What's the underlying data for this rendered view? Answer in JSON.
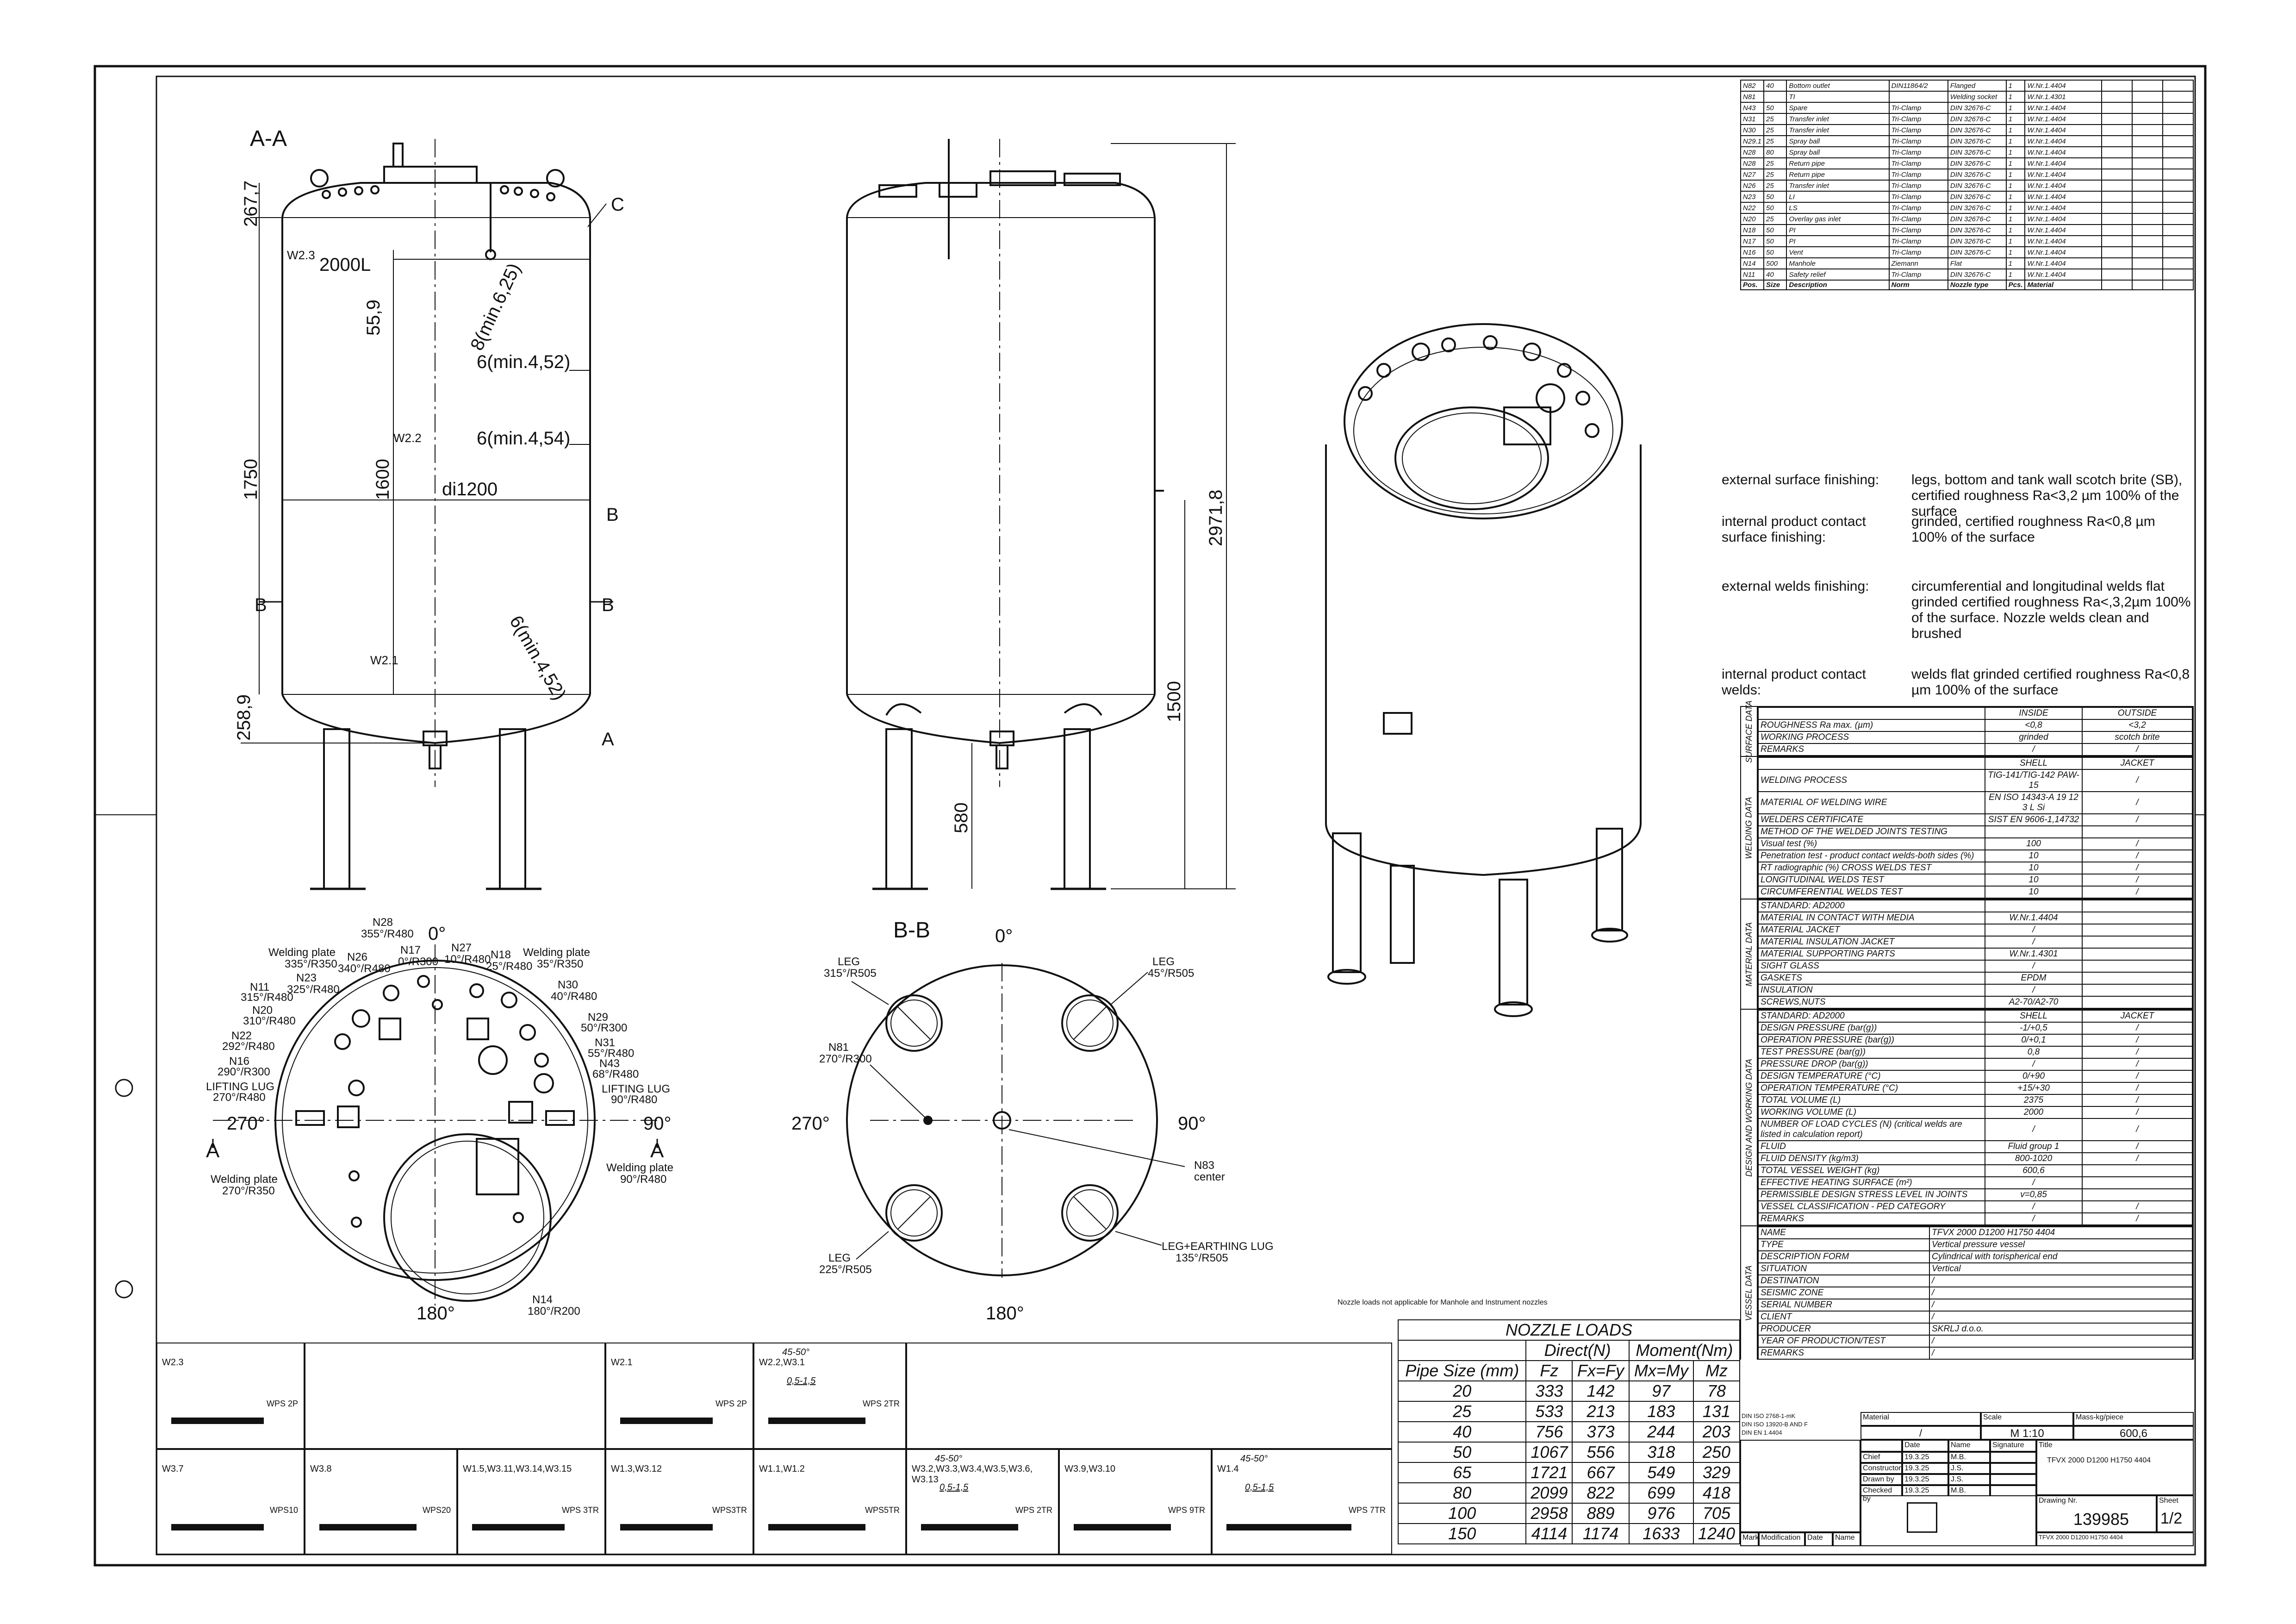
{
  "views": {
    "section_aa": "A-A",
    "section_bb": "B-B",
    "dims_aa": [
      "267,7",
      "1750",
      "258,9",
      "55,9",
      "1600",
      "di1200",
      "2000L",
      "W2.3",
      "W2.2",
      "W2.1",
      "6(min.4,52)",
      "6(min.4,54)",
      "6(min.4,52)",
      "8(min.6,25)",
      "A",
      "B",
      "C",
      "B",
      "B"
    ],
    "dims_side": [
      "2971,8",
      "1500",
      "580"
    ],
    "top_view_labels": [
      "0°",
      "90°",
      "180°",
      "270°",
      "A",
      "A",
      "N28",
      "355°/R480",
      "N26",
      "340°/R480",
      "Welding plate",
      "335°/R350",
      "N23",
      "325°/R480",
      "N11",
      "315°/R480",
      "N20",
      "310°/R480",
      "N22",
      "292°/R480",
      "N16",
      "290°/R300",
      "LIFTING LUG",
      "270°/R480",
      "N17",
      "0°/R300",
      "N27",
      "10°/R480",
      "N18",
      "25°/R480",
      "Welding plate",
      "35°/R350",
      "N30",
      "40°/R480",
      "N29",
      "50°/R300",
      "N31",
      "55°/R480",
      "N43",
      "68°/R480",
      "LIFTING LUG",
      "90°/R480",
      "Welding plate",
      "90°/R480",
      "Welding plate",
      "270°/R350",
      "N14",
      "180°/R200"
    ],
    "bb_labels": [
      "0°",
      "90°",
      "180°",
      "270°",
      "LEG",
      "315°/R505",
      "LEG",
      "45°/R505",
      "N81",
      "270°/R300",
      "N83",
      "center",
      "LEG",
      "225°/R505",
      "LEG+EARTHING LUG",
      "135°/R505"
    ]
  },
  "nozzle_list": {
    "rows": [
      [
        "N82",
        "40",
        "Bottom outlet",
        "DIN11864/2",
        "Flanged",
        "1",
        "W.Nr.1.4404"
      ],
      [
        "N81",
        "",
        "TI",
        "",
        "Welding socket",
        "1",
        "W.Nr.1.4301"
      ],
      [
        "N43",
        "50",
        "Spare",
        "Tri-Clamp",
        "DIN 32676-C",
        "1",
        "W.Nr.1.4404"
      ],
      [
        "N31",
        "25",
        "Transfer inlet",
        "Tri-Clamp",
        "DIN 32676-C",
        "1",
        "W.Nr.1.4404"
      ],
      [
        "N30",
        "25",
        "Transfer inlet",
        "Tri-Clamp",
        "DIN 32676-C",
        "1",
        "W.Nr.1.4404"
      ],
      [
        "N29.1",
        "25",
        "Spray ball",
        "Tri-Clamp",
        "DIN 32676-C",
        "1",
        "W.Nr.1.4404"
      ],
      [
        "N28",
        "80",
        "Spray ball",
        "Tri-Clamp",
        "DIN 32676-C",
        "1",
        "W.Nr.1.4404"
      ],
      [
        "N28",
        "25",
        "Return pipe",
        "Tri-Clamp",
        "DIN 32676-C",
        "1",
        "W.Nr.1.4404"
      ],
      [
        "N27",
        "25",
        "Return pipe",
        "Tri-Clamp",
        "DIN 32676-C",
        "1",
        "W.Nr.1.4404"
      ],
      [
        "N26",
        "25",
        "Transfer inlet",
        "Tri-Clamp",
        "DIN 32676-C",
        "1",
        "W.Nr.1.4404"
      ],
      [
        "N23",
        "50",
        "LI",
        "Tri-Clamp",
        "DIN 32676-C",
        "1",
        "W.Nr.1.4404"
      ],
      [
        "N22",
        "50",
        "LS",
        "Tri-Clamp",
        "DIN 32676-C",
        "1",
        "W.Nr.1.4404"
      ],
      [
        "N20",
        "25",
        "Overlay gas inlet",
        "Tri-Clamp",
        "DIN 32676-C",
        "1",
        "W.Nr.1.4404"
      ],
      [
        "N18",
        "50",
        "PI",
        "Tri-Clamp",
        "DIN 32676-C",
        "1",
        "W.Nr.1.4404"
      ],
      [
        "N17",
        "50",
        "PI",
        "Tri-Clamp",
        "DIN 32676-C",
        "1",
        "W.Nr.1.4404"
      ],
      [
        "N16",
        "50",
        "Vent",
        "Tri-Clamp",
        "DIN 32676-C",
        "1",
        "W.Nr.1.4404"
      ],
      [
        "N14",
        "500",
        "Manhole",
        "Ziemann",
        "Flat",
        "1",
        "W.Nr.1.4404"
      ],
      [
        "N11",
        "40",
        "Safety relief",
        "Tri-Clamp",
        "DIN 32676-C",
        "1",
        "W.Nr.1.4404"
      ]
    ],
    "header": [
      "Pos.",
      "Size",
      "Description",
      "Norm",
      "Nozzle type",
      "Pcs.",
      "Material"
    ]
  },
  "finishing_notes": [
    {
      "label": "external surface finishing:",
      "text": "legs, bottom and tank wall scotch brite (SB), certified roughness Ra<3,2 µm 100% of the surface"
    },
    {
      "label": "internal product contact surface finishing:",
      "text": "grinded, certified roughness Ra<0,8 µm 100% of the surface"
    },
    {
      "label": "external welds finishing:",
      "text": "circumferential and longitudinal welds flat grinded certified roughness Ra<,3,2µm 100% of the surface. Nozzle welds clean and brushed"
    },
    {
      "label": "internal product contact welds:",
      "text": "welds flat grinded certified roughness Ra<0,8 µm 100% of the surface"
    }
  ],
  "data_sheet": {
    "surface": {
      "section": "SURFACE DATA",
      "header": [
        "",
        "INSIDE",
        "OUTSIDE"
      ],
      "rows": [
        [
          "ROUGHNESS Ra max. (µm)",
          "<0,8",
          "<3,2"
        ],
        [
          "WORKING PROCESS",
          "grinded",
          "scotch brite"
        ],
        [
          "REMARKS",
          "/",
          "/"
        ]
      ]
    },
    "welding": {
      "section": "WELDING DATA",
      "header": [
        "",
        "SHELL",
        "JACKET"
      ],
      "rows": [
        [
          "WELDING PROCESS",
          "TIG-141/TIG-142 PAW-15",
          "/"
        ],
        [
          "MATERIAL OF WELDING WIRE",
          "EN ISO 14343-A 19 12 3 L Si",
          "/"
        ],
        [
          "WELDERS CERTIFICATE",
          "SIST EN 9606-1,14732",
          "/"
        ],
        [
          "METHOD OF THE WELDED JOINTS TESTING",
          "",
          ""
        ],
        [
          "Visual test (%)",
          "100",
          "/"
        ],
        [
          "Penetration test - product contact welds-both sides (%)",
          "10",
          "/"
        ],
        [
          "RT radiographic (%) CROSS WELDS TEST",
          "10",
          "/"
        ],
        [
          "LONGITUDINAL WELDS TEST",
          "10",
          "/"
        ],
        [
          "CIRCUMFERENTIAL WELDS TEST",
          "10",
          "/"
        ]
      ]
    },
    "material": {
      "section": "MATERIAL DATA",
      "rows": [
        [
          "STANDARD: AD2000",
          "",
          ""
        ],
        [
          "MATERIAL IN CONTACT WITH MEDIA",
          "W.Nr.1.4404",
          ""
        ],
        [
          "MATERIAL JACKET",
          "/",
          ""
        ],
        [
          "MATERIAL INSULATION JACKET",
          "/",
          ""
        ],
        [
          "MATERIAL SUPPORTING PARTS",
          "W.Nr.1.4301",
          ""
        ],
        [
          "SIGHT GLASS",
          "/",
          ""
        ],
        [
          "GASKETS",
          "EPDM",
          ""
        ],
        [
          "INSULATION",
          "/",
          ""
        ],
        [
          "SCREWS,NUTS",
          "A2-70/A2-70",
          ""
        ]
      ]
    },
    "design": {
      "section": "DESIGN AND WORKING DATA",
      "header": [
        "STANDARD: AD2000",
        "SHELL",
        "JACKET"
      ],
      "rows": [
        [
          "DESIGN PRESSURE (bar(g))",
          "-1/+0,5",
          "/"
        ],
        [
          "OPERATION PRESSURE (bar(g))",
          "0/+0,1",
          "/"
        ],
        [
          "TEST PRESSURE (bar(g))",
          "0,8",
          "/"
        ],
        [
          "PRESSURE DROP (bar(g))",
          "/",
          "/"
        ],
        [
          "DESIGN TEMPERATURE (°C)",
          "0/+90",
          "/"
        ],
        [
          "OPERATION TEMPERATURE (°C)",
          "+15/+30",
          "/"
        ],
        [
          "TOTAL VOLUME (L)",
          "2375",
          "/"
        ],
        [
          "WORKING VOLUME (L)",
          "2000",
          "/"
        ],
        [
          "NUMBER OF LOAD CYCLES (N) (critical welds are listed in calculation report)",
          "/",
          "/"
        ],
        [
          "FLUID",
          "Fluid group 1",
          "/"
        ],
        [
          "FLUID DENSITY (kg/m3)",
          "800-1020",
          "/"
        ],
        [
          "TOTAL VESSEL WEIGHT (kg)",
          "600,6",
          ""
        ],
        [
          "EFFECTIVE HEATING SURFACE (m²)",
          "/",
          ""
        ],
        [
          "PERMISSIBLE DESIGN STRESS LEVEL IN JOINTS",
          "v=0,85",
          ""
        ],
        [
          "VESSEL CLASSIFICATION - PED CATEGORY",
          "/",
          "/"
        ],
        [
          "REMARKS",
          "/",
          "/"
        ]
      ]
    },
    "vessel": {
      "section": "VESSEL DATA",
      "rows": [
        [
          "NAME",
          "TFVX 2000 D1200 H1750 4404"
        ],
        [
          "TYPE",
          "Vertical pressure vessel"
        ],
        [
          "DESCRIPTION FORM",
          "Cylindrical with torispherical end"
        ],
        [
          "SITUATION",
          "Vertical"
        ],
        [
          "DESTINATION",
          "/"
        ],
        [
          "SEISMIC ZONE",
          "/"
        ],
        [
          "SERIAL NUMBER",
          "/"
        ],
        [
          "CLIENT",
          "/"
        ],
        [
          "PRODUCER",
          "SKRLJ d.o.o."
        ],
        [
          "YEAR OF PRODUCTION/TEST",
          "/"
        ],
        [
          "REMARKS",
          "/"
        ]
      ]
    }
  },
  "nozzle_loads": {
    "title": "Nozzle loads not applicable for Manhole and Instrument nozzles",
    "table_title": "NOZZLE LOADS",
    "group_headers": [
      "Direct(N)",
      "Moment(Nm)"
    ],
    "columns": [
      "Pipe Size (mm)",
      "Fz",
      "Fx=Fy",
      "Mx=My",
      "Mz"
    ],
    "rows": [
      [
        "20",
        "333",
        "142",
        "97",
        "78"
      ],
      [
        "25",
        "533",
        "213",
        "183",
        "131"
      ],
      [
        "40",
        "756",
        "373",
        "244",
        "203"
      ],
      [
        "50",
        "1067",
        "556",
        "318",
        "250"
      ],
      [
        "65",
        "1721",
        "667",
        "549",
        "329"
      ],
      [
        "80",
        "2099",
        "822",
        "699",
        "418"
      ],
      [
        "100",
        "2958",
        "889",
        "976",
        "705"
      ],
      [
        "150",
        "4114",
        "1174",
        "1633",
        "1240"
      ]
    ]
  },
  "weld_details": {
    "cells": [
      {
        "label": "W2.3",
        "wps": "WPS 2P"
      },
      {
        "label": "W2.1",
        "wps": "WPS 2P"
      },
      {
        "label": "W2.2,W3.1",
        "wps": "WPS 2TR",
        "angle": "45-50°",
        "gap": "0,5-1,5"
      },
      {
        "label": "W3.7",
        "wps": "WPS10"
      },
      {
        "label": "W3.8",
        "wps": "WPS20"
      },
      {
        "label": "W1.5,W3.11,W3.14,W3.15",
        "wps": "WPS 3TR"
      },
      {
        "label": "W1.3,W3.12",
        "wps": "WPS3TR"
      },
      {
        "label": "W1.1,W1.2",
        "wps": "WPS5TR"
      },
      {
        "label": "W3.2,W3.3,W3.4,W3.5,W3.6, W3.13",
        "wps": "WPS 2TR",
        "angle": "45-50°",
        "gap": "0,5-1,5"
      },
      {
        "label": "W3.9,W3.10",
        "wps": "WPS 9TR"
      },
      {
        "label": "W1.4",
        "wps": "WPS 7TR",
        "angle": "45-50°",
        "gap": "0,5-1,5"
      }
    ]
  },
  "title_block": {
    "norms": [
      "DIN ISO 2768-1-mK",
      "DIN ISO 13920-B AND F",
      "DIN EN 1.4404"
    ],
    "material_label": "Material",
    "material": "/",
    "scale_label": "Scale",
    "scale": "M 1:10",
    "mass_label": "Mass-kg/piece",
    "mass": "600,6",
    "date_header": [
      "",
      "Date",
      "Name",
      "Signature"
    ],
    "people": [
      [
        "Chief",
        "19.3.25",
        "M.B."
      ],
      [
        "Constructor",
        "19.3.25",
        "J.S."
      ],
      [
        "Drawn by",
        "19.3.25",
        "J.S."
      ],
      [
        "Checked by",
        "19.3.25",
        "M.B."
      ]
    ],
    "title_label": "Title",
    "title": "TFVX 2000 D1200 H1750 4404",
    "drawing_nr_label": "Drawing Nr.",
    "drawing_nr": "139985",
    "sheet_label": "Sheet",
    "sheet": "1/2",
    "rev_header": [
      "Mark",
      "Modification",
      "Date",
      "Name"
    ],
    "footer": "TFVX 2000 D1200 H1750 4404"
  }
}
